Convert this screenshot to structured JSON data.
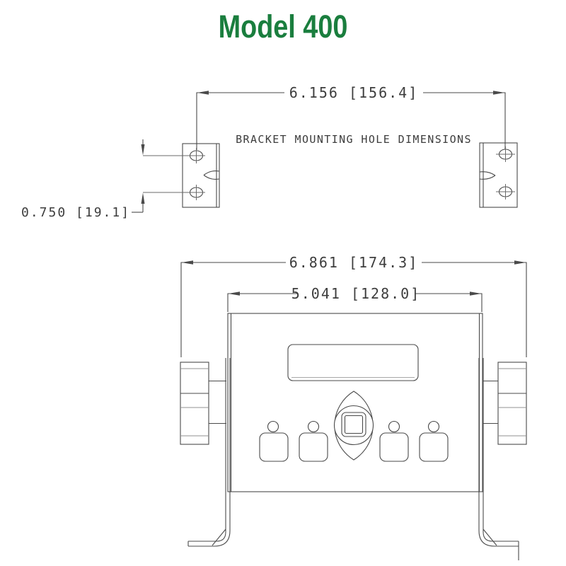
{
  "title": "Model 400",
  "colors": {
    "title_green": "#1a7e3e",
    "line": "#4a4a4a",
    "text": "#3d3d3d"
  },
  "bracket_detail": {
    "label": "BRACKET MOUNTING HOLE DIMENSIONS",
    "dim_hole_span_horizontal": "6.156 [156.4]",
    "dim_hole_spacing_vertical": "0.750 [19.1]"
  },
  "front_view": {
    "dim_overall_width": "6.861 [174.3]",
    "dim_body_width": "5.041 [128.0]"
  }
}
